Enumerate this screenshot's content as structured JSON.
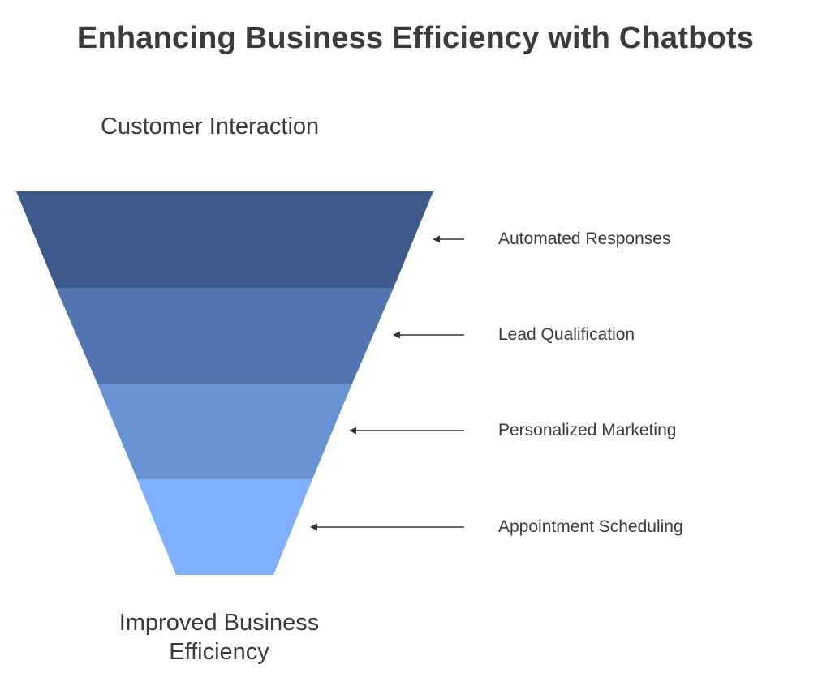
{
  "diagram": {
    "title": "Enhancing Business Efficiency with Chatbots",
    "top_label": "Customer Interaction",
    "bottom_label_line1": "Improved Business",
    "bottom_label_line2": "Efficiency",
    "stages": [
      {
        "label": "Automated Responses",
        "color": "#3d5a8a"
      },
      {
        "label": "Lead Qualification",
        "color": "#5374b0"
      },
      {
        "label": "Personalized Marketing",
        "color": "#6793d5"
      },
      {
        "label": "Appointment Scheduling",
        "color": "#7fb0ff"
      }
    ],
    "arrow_color": "#333333"
  }
}
